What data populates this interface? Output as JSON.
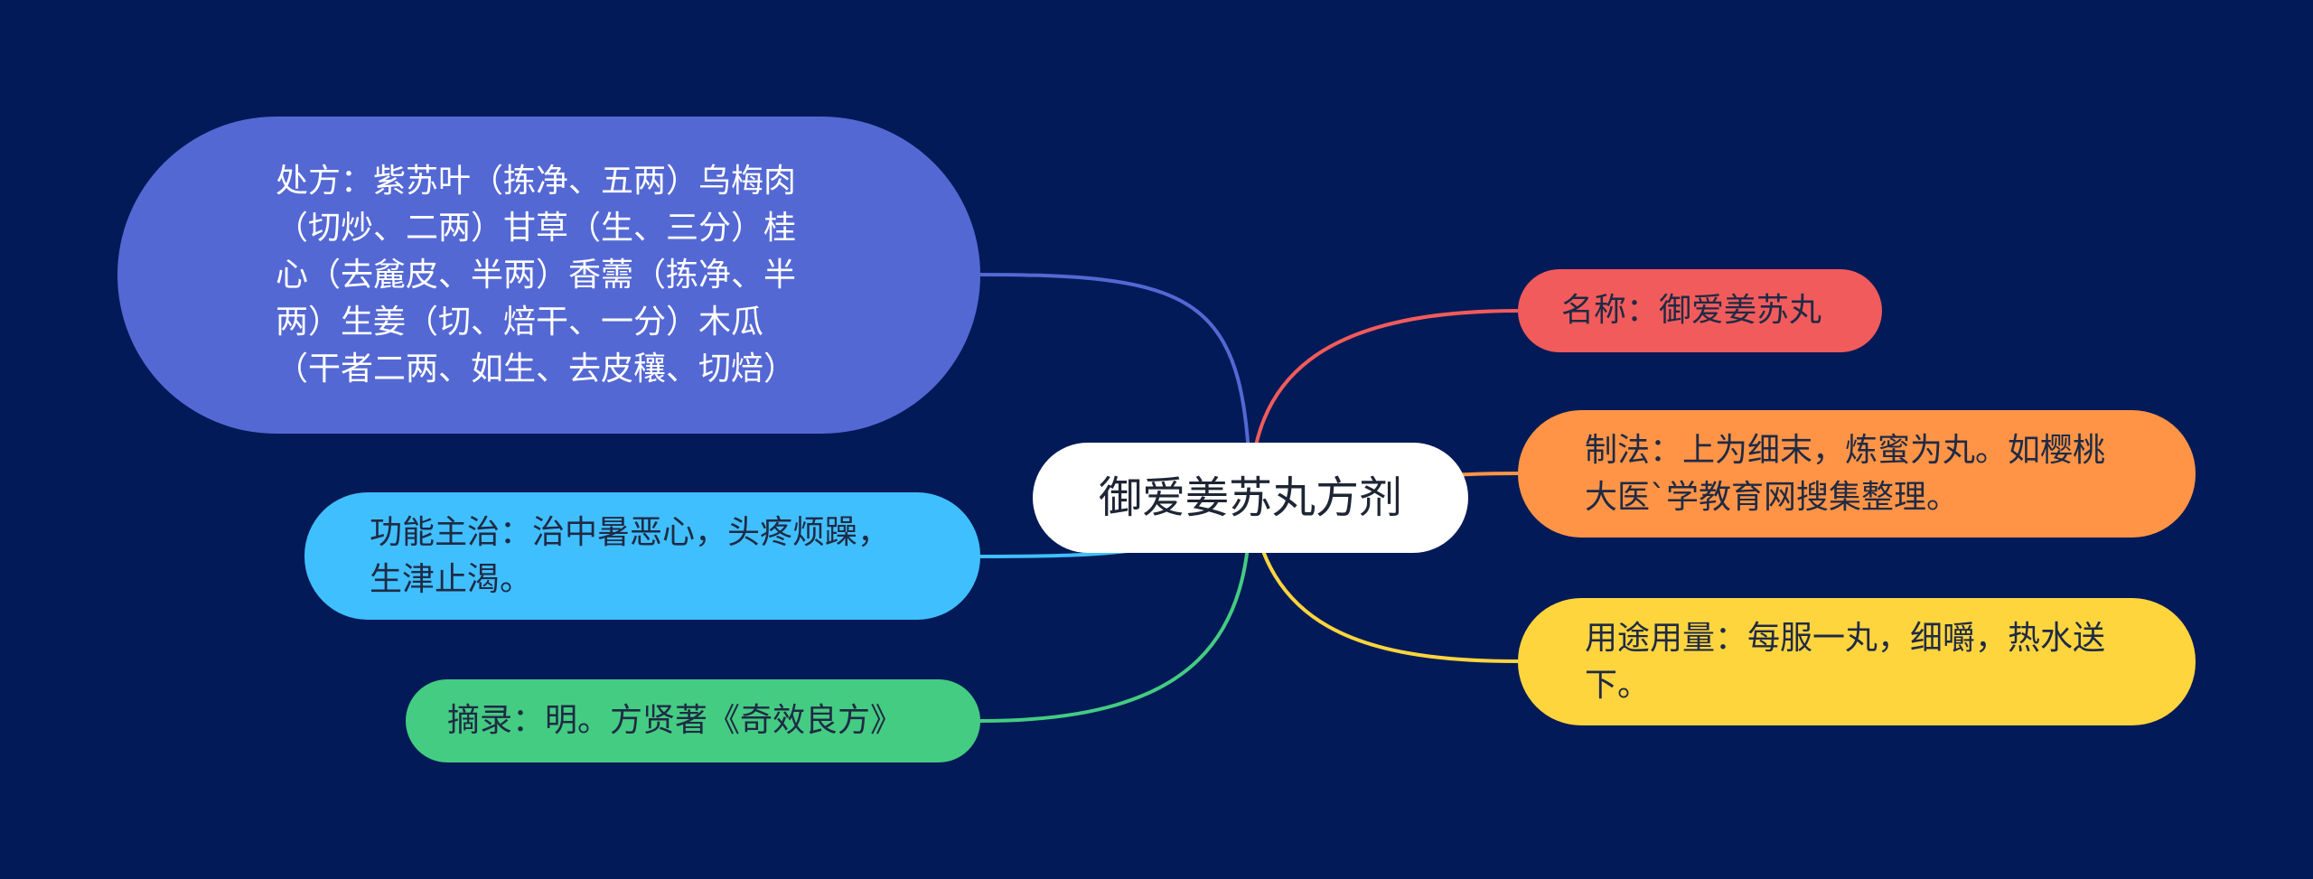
{
  "center": {
    "label": "御爱姜苏丸方剂"
  },
  "branches": {
    "recipe": {
      "label": "处方：紫苏叶（拣净、五两）乌梅肉（切炒、二两）甘草（生、三分）桂心（去麄皮、半两）香薷（拣净、半两）生姜（切、焙干、一分）木瓜（干者二两、如生、去皮穰、切焙）",
      "color": "#5468d4"
    },
    "function": {
      "label": "功能主治：治中暑恶心，头疼烦躁，生津止渴。",
      "color": "#40bfff"
    },
    "source": {
      "label": "摘录：明。方贤著《奇效良方》",
      "color": "#44cc82"
    },
    "name": {
      "label": "名称：御爱姜苏丸",
      "color": "#f25b5b"
    },
    "method": {
      "label": "制法：上为细末，炼蜜为丸。如樱桃大医`学教育网搜集整理。",
      "color": "#ff9446"
    },
    "dosage": {
      "label": "用途用量：每服一丸，细嚼，热水送下。",
      "color": "#ffd53e"
    }
  }
}
